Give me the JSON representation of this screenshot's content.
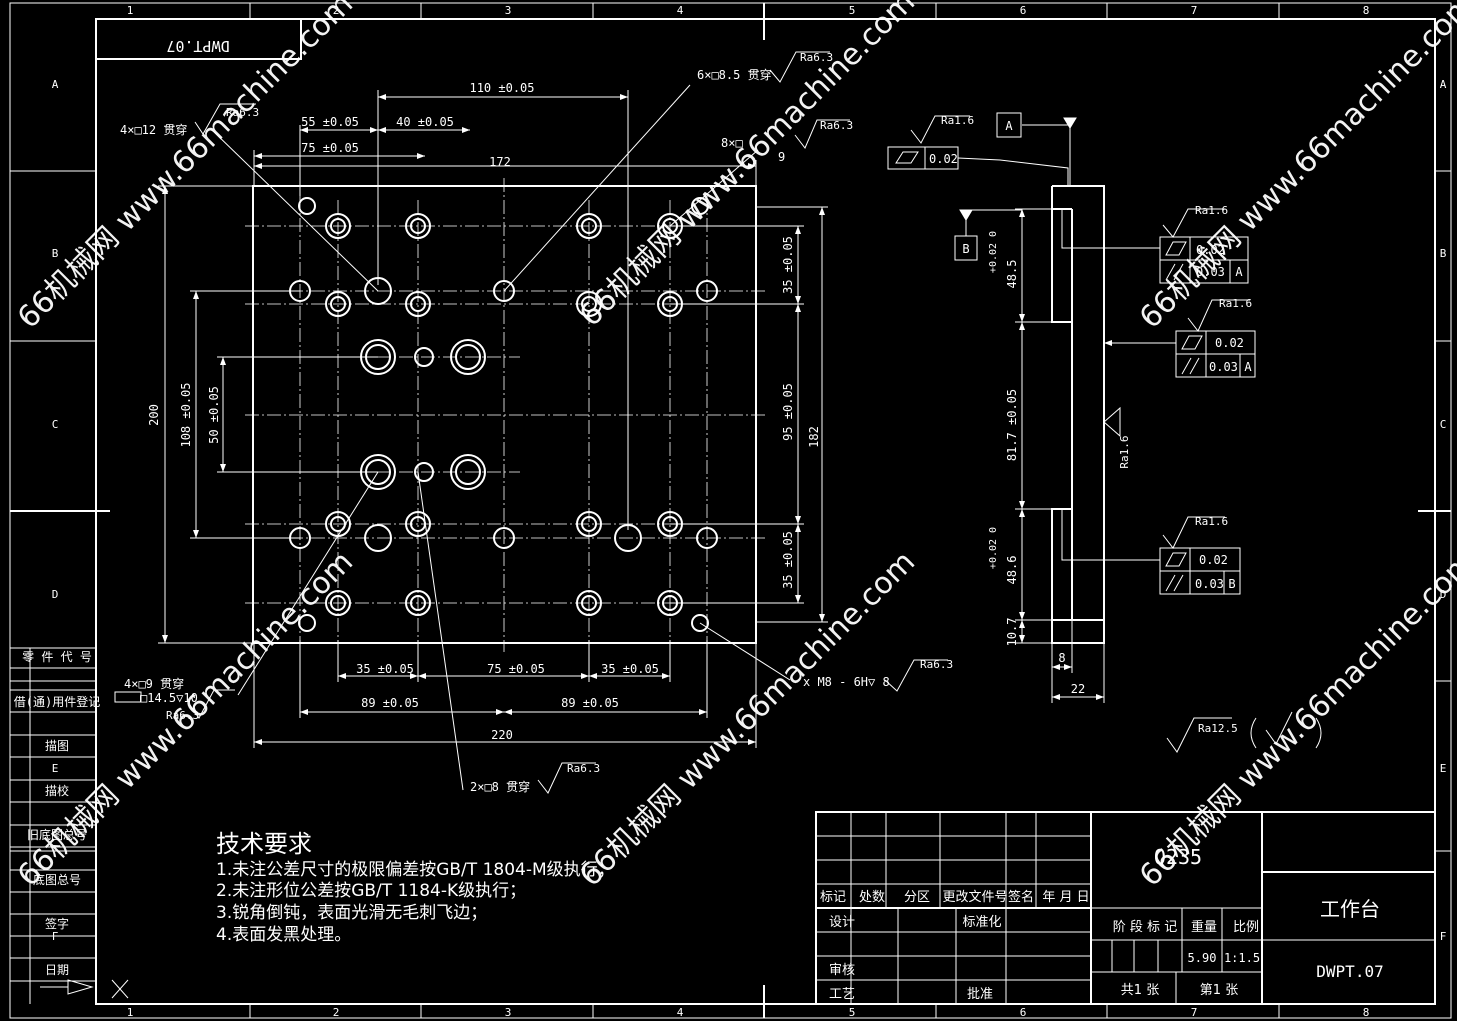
{
  "grid": {
    "columns": [
      "1",
      "2",
      "3",
      "4",
      "5",
      "6",
      "7",
      "8"
    ],
    "rows": [
      "A",
      "B",
      "C",
      "D",
      "E",
      "F"
    ]
  },
  "drawing_number": "DWPT.07",
  "drawing_number_rotated": "DWPT.07",
  "part_name": "工作台",
  "material": "Q235",
  "weight": "5.90",
  "scale": "1:1.5",
  "sheet_total": "共1 张",
  "sheet_index": "第1 张",
  "tech_requirements": {
    "title": "技术要求",
    "items": [
      "1.未注公差尺寸的极限偏差按GB/T 1804-M级执行；",
      "2.未注形位公差按GB/T 1184-K级执行；",
      "3.锐角倒钝，表面光滑无毛刺飞边；",
      "4.表面发黑处理。"
    ]
  },
  "left_panel": [
    "零 件 代 号",
    "借(通)用件登记",
    "描图",
    "描校",
    "旧底图总号",
    "底图总号",
    "签字",
    "日期"
  ],
  "title_block": {
    "row_labels": [
      "标记",
      "处数",
      "分区",
      "更改文件号",
      "签名",
      "年 月 日"
    ],
    "design": "设计",
    "standardize": "标准化",
    "review": "审核",
    "process": "工艺",
    "approve": "批准",
    "stage_mark": "阶 段 标 记",
    "weight_label": "重量",
    "scale_label": "比例"
  },
  "front_view": {
    "dims": {
      "d110": "110 ±0.05",
      "d55": "55 ±0.05",
      "d40": "40 ±0.05",
      "d75top": "75 ±0.05",
      "d172": "172",
      "d35a": "35 ±0.05",
      "d75b": "75 ±0.05",
      "d35b": "35 ±0.05",
      "d89a": "89 ±0.05",
      "d89b": "89 ±0.05",
      "d220": "220",
      "d200": "200",
      "d108": "108 ±0.05",
      "d50": "50 ±0.05",
      "d35r1": "35 ±0.05",
      "d95": "95 ±0.05",
      "d35r2": "35 ±0.05",
      "d182": "182"
    },
    "notes": {
      "n1": "4×□12 贯穿",
      "n1ra": "Ra6.3",
      "n2": "6×□8.5 贯穿",
      "n2ra": "Ra6.3",
      "n3": "8×□",
      "n3ra": "Ra6.3",
      "n3b": "9",
      "n4": "4×□9 贯穿",
      "n4b": "□14.5▽10",
      "n4ra": "Ra6.3",
      "n5": "2×□8 贯穿",
      "n5ra": "Ra6.3",
      "n6": "x  M8 - 6H▽ 8",
      "n6ra": "Ra6.3"
    }
  },
  "side_view": {
    "datum_a": "A",
    "datum_b": "B",
    "ra1": "Ra1.6",
    "tol_flat1": "0.02",
    "d48_5": "48.5",
    "d48_5tol": "+0.02 0",
    "d81_7": "81.7 ±0.05",
    "d48_6": "48.6",
    "d48_6tol": "+0.02 0",
    "d10_7": "10.7",
    "d8": "8",
    "d22": "22",
    "fcf1": {
      "ra": "Ra1.6",
      "flat": "0.02",
      "par": "0.03",
      "ref": "A"
    },
    "fcf2": {
      "ra": "Ra1.6",
      "flat": "0.02",
      "par": "0.03",
      "ref": "A"
    },
    "fcf3": {
      "ra": "Ra1.6",
      "flat": "0.02",
      "par": "0.03",
      "ref": "B"
    },
    "ra_side": "Ra1.6"
  },
  "general_roughness": "Ra12.5",
  "watermark": {
    "text": "66机械网 www.66machine.com"
  }
}
